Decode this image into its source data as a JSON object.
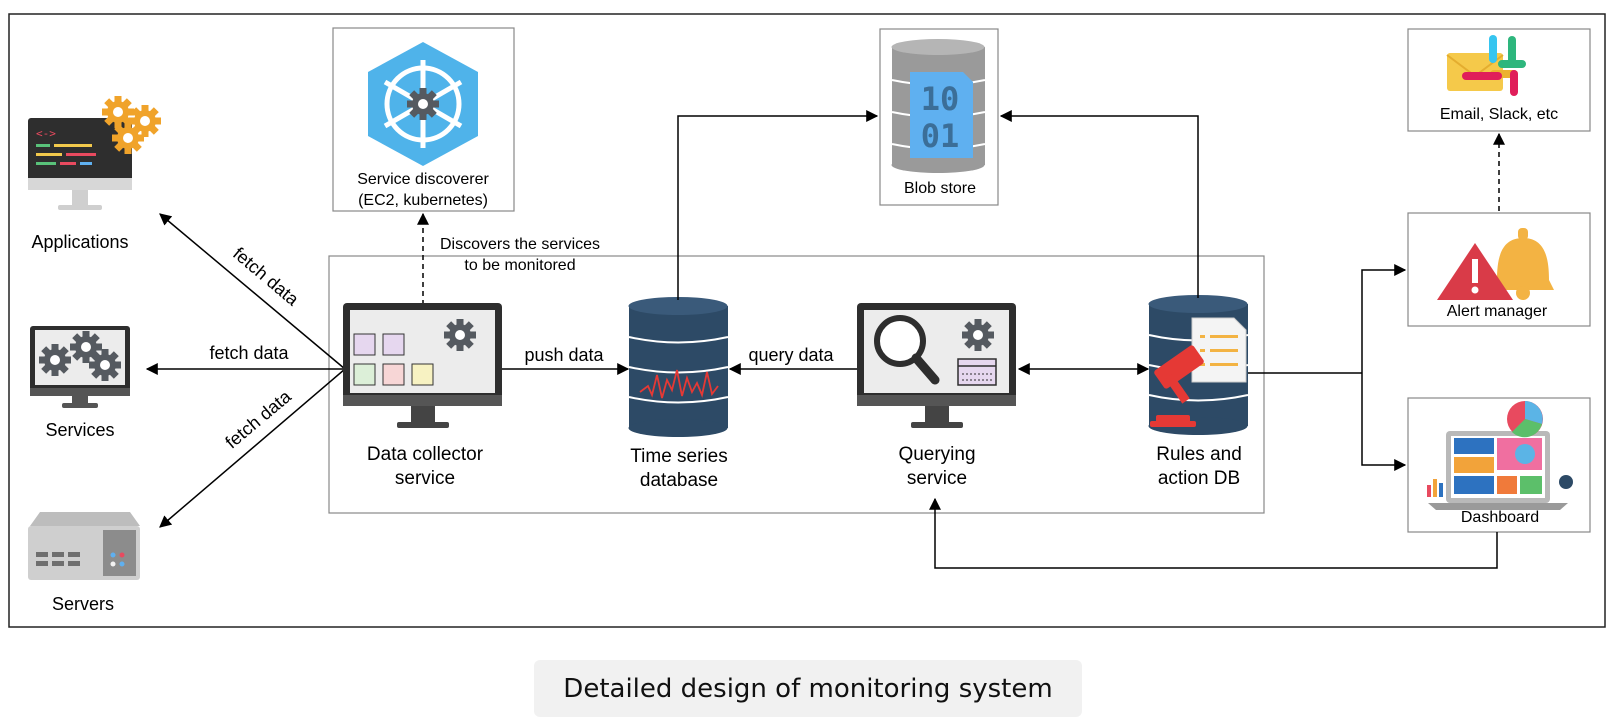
{
  "title": "Detailed design of monitoring system",
  "nodes": {
    "applications": "Applications",
    "services": "Services",
    "servers": "Servers",
    "service_discoverer": [
      "Service discoverer",
      "(EC2, kubernetes)"
    ],
    "blob_store": "Blob store",
    "data_collector": [
      "Data collector",
      "service"
    ],
    "time_series_db": [
      "Time series",
      "database"
    ],
    "querying_service": [
      "Querying",
      "service"
    ],
    "rules_db": [
      "Rules and",
      "action DB"
    ],
    "alert_manager": "Alert manager",
    "notification_channels": "Email, Slack, etc",
    "dashboard": "Dashboard"
  },
  "edges": {
    "fetch_apps": "fetch data",
    "fetch_services": "fetch data",
    "fetch_servers": "fetch data",
    "discover": [
      "Discovers the services",
      "to be monitored"
    ],
    "push": "push data",
    "query": "query data"
  },
  "blob_digits": [
    "10",
    "01"
  ],
  "colors": {
    "db_blue": "#2d4a66",
    "hex_blue": "#4fb3ea",
    "gear_gray": "#555a60",
    "monitor_dark": "#333333",
    "screen_gray": "#ececec",
    "alert_red": "#d93b48",
    "bell_yellow": "#f3b343",
    "gavel_red": "#e53935",
    "blob_gray": "#9a9a9a",
    "blob_blue": "#5fb0f0"
  }
}
